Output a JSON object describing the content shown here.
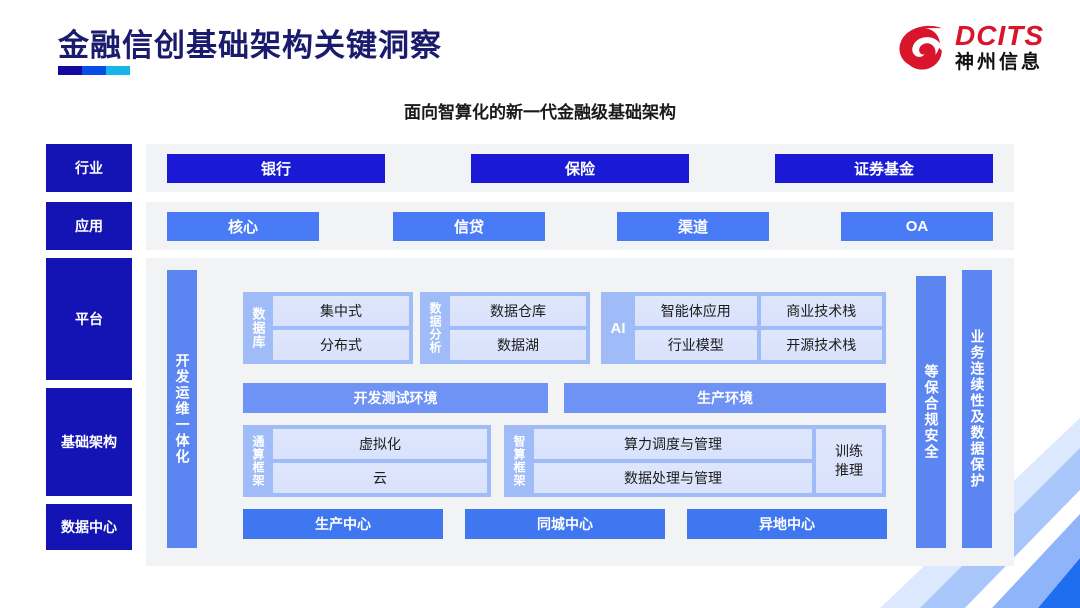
{
  "header": {
    "title": "金融信创基础架构关键洞察",
    "underline_colors": [
      "#140a9e",
      "#0a4ce8",
      "#18b5ea"
    ],
    "logo": {
      "en": "DCITS",
      "cn": "神州信息",
      "mark": "swirl-logo-mark",
      "color": "#d8152b"
    }
  },
  "subtitle": "面向智算化的新一代金融级基础架构",
  "side_labels": [
    {
      "label": "行业"
    },
    {
      "label": "应用"
    },
    {
      "label": "平台"
    },
    {
      "label": "基础架构"
    },
    {
      "label": "数据中心"
    }
  ],
  "industry_row": {
    "items": [
      "银行",
      "保险",
      "证券基金"
    ],
    "color": "#1a1ad6"
  },
  "application_row": {
    "items": [
      "核心",
      "信贷",
      "渠道",
      "OA"
    ],
    "color": "#4a7bf7"
  },
  "devops_bar": {
    "label": "开发运维一体化",
    "color": "#5b86f2"
  },
  "right_bars": [
    {
      "label": "等保合规安全"
    },
    {
      "label": "业务连续性及数据保护"
    }
  ],
  "platform": {
    "database": {
      "title": "数据库",
      "items": [
        "集中式",
        "分布式"
      ]
    },
    "analytics": {
      "title": "数据分析",
      "items": [
        "数据仓库",
        "数据湖"
      ]
    },
    "ai": {
      "title": "AI",
      "items": [
        "智能体应用",
        "商业技术栈",
        "行业模型",
        "开源技术栈"
      ]
    },
    "environments": [
      "开发测试环境",
      "生产环境"
    ]
  },
  "infrastructure": {
    "general_compute": {
      "title": "通算框架",
      "items": [
        "虚拟化",
        "云"
      ]
    },
    "intelligent_compute": {
      "title": "智算框架",
      "items": [
        "算力调度与管理",
        "数据处理与管理"
      ],
      "side": [
        "训练",
        "推理"
      ]
    }
  },
  "data_center": {
    "items": [
      "生产中心",
      "同城中心",
      "异地中心"
    ]
  }
}
